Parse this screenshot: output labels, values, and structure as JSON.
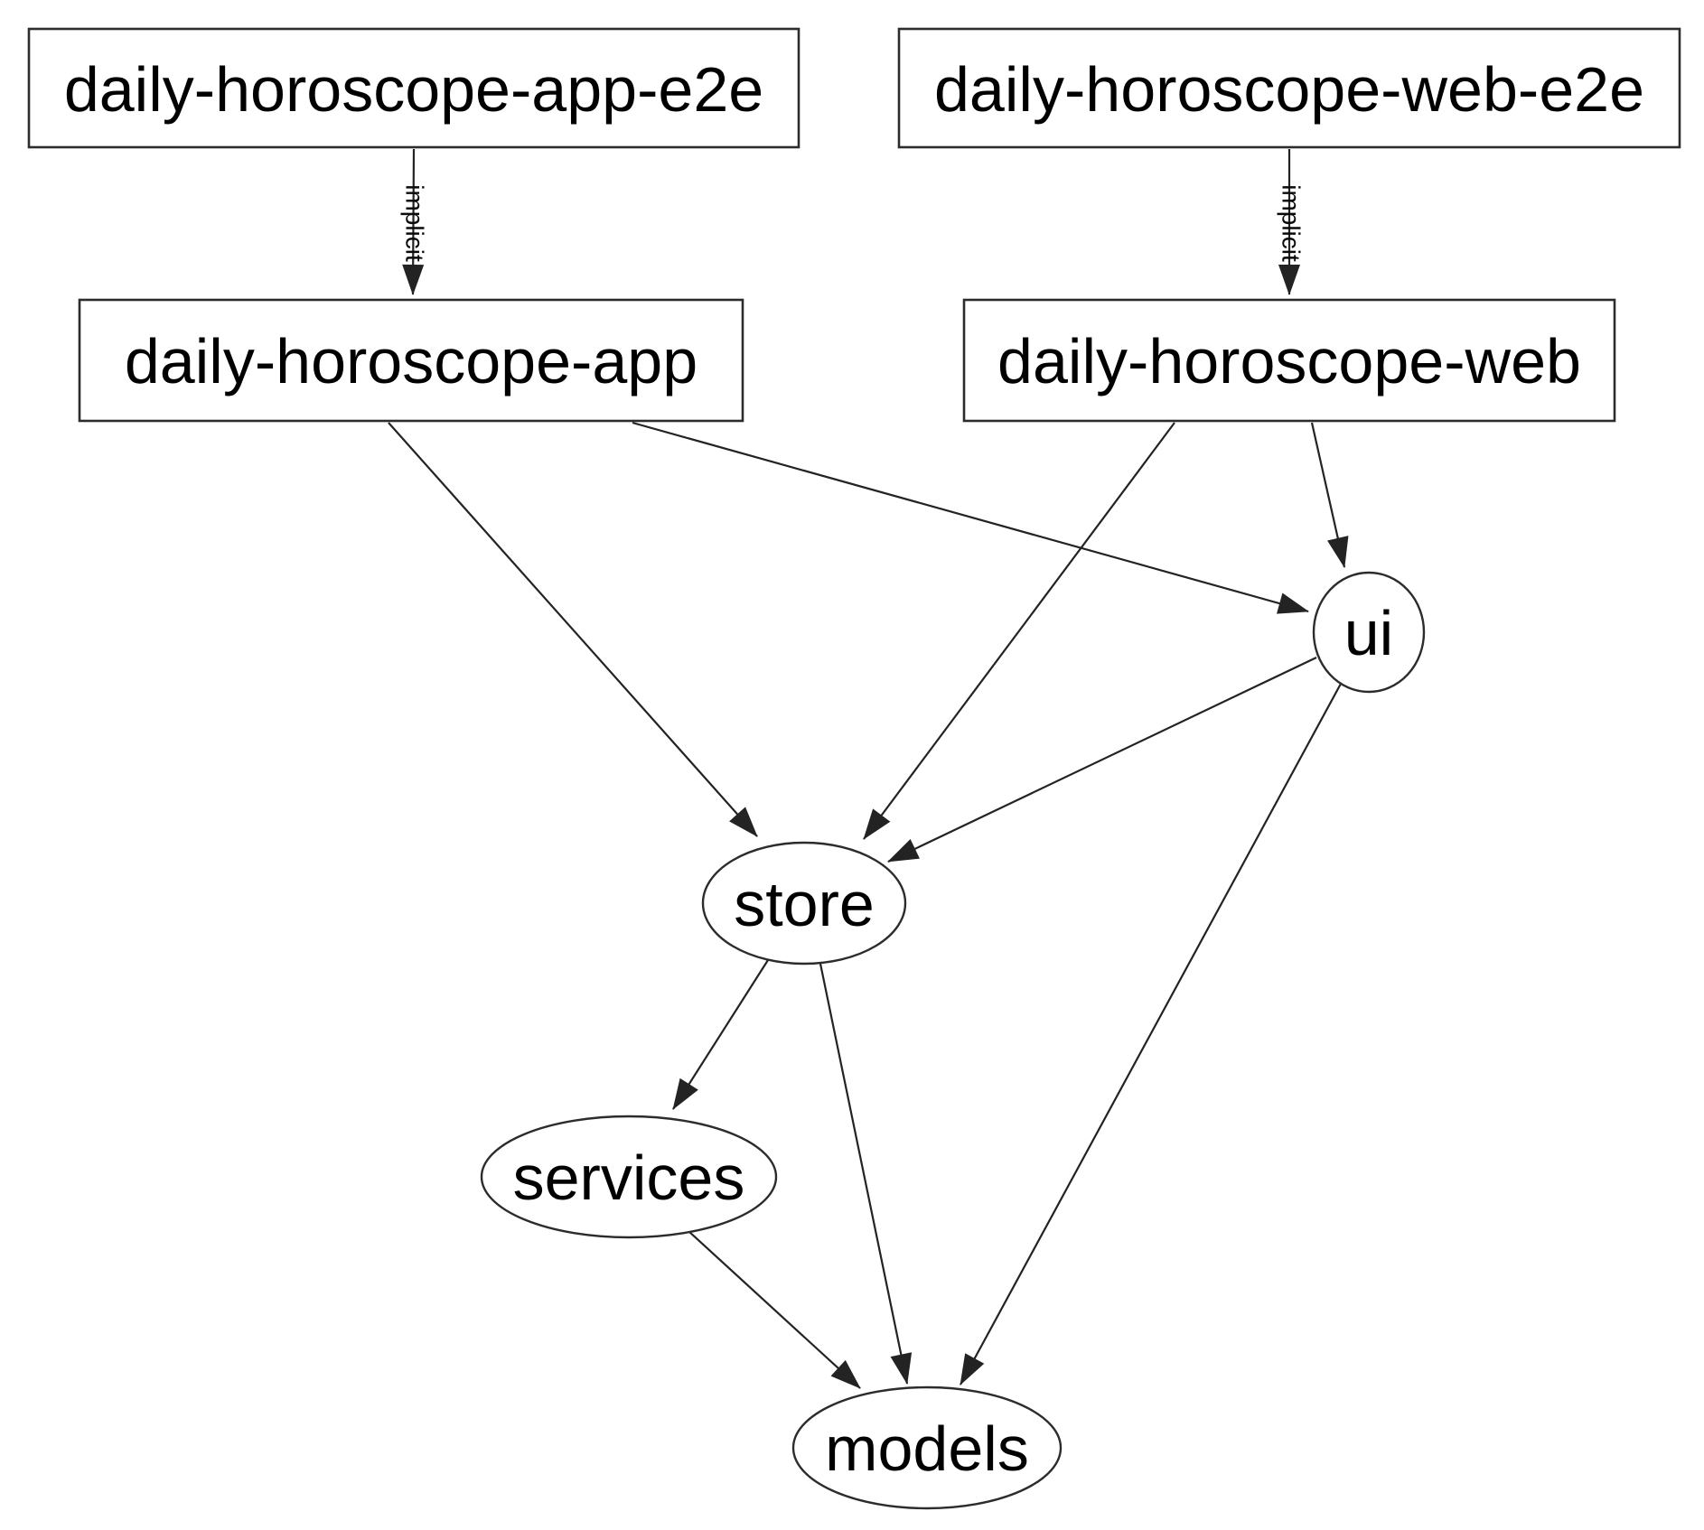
{
  "diagram": {
    "type": "dependency-graph",
    "background_color": "#ffffff",
    "node_fill_color": "#ffffff",
    "node_stroke_color": "#2c2c2c",
    "edge_color": "#232323",
    "text_color": "#000000",
    "nodes": [
      {
        "id": "daily-horoscope-app-e2e",
        "label": "daily-horoscope-app-e2e",
        "shape": "box"
      },
      {
        "id": "daily-horoscope-web-e2e",
        "label": "daily-horoscope-web-e2e",
        "shape": "box"
      },
      {
        "id": "daily-horoscope-app",
        "label": "daily-horoscope-app",
        "shape": "box"
      },
      {
        "id": "daily-horoscope-web",
        "label": "daily-horoscope-web",
        "shape": "box"
      },
      {
        "id": "ui",
        "label": "ui",
        "shape": "ellipse"
      },
      {
        "id": "store",
        "label": "store",
        "shape": "ellipse"
      },
      {
        "id": "services",
        "label": "services",
        "shape": "ellipse"
      },
      {
        "id": "models",
        "label": "models",
        "shape": "ellipse"
      }
    ],
    "edges": [
      {
        "from": "daily-horoscope-app-e2e",
        "to": "daily-horoscope-app",
        "label": "implicit"
      },
      {
        "from": "daily-horoscope-web-e2e",
        "to": "daily-horoscope-web",
        "label": "implicit"
      },
      {
        "from": "daily-horoscope-app",
        "to": "store",
        "label": ""
      },
      {
        "from": "daily-horoscope-app",
        "to": "ui",
        "label": ""
      },
      {
        "from": "daily-horoscope-web",
        "to": "store",
        "label": ""
      },
      {
        "from": "daily-horoscope-web",
        "to": "ui",
        "label": ""
      },
      {
        "from": "ui",
        "to": "store",
        "label": ""
      },
      {
        "from": "ui",
        "to": "models",
        "label": ""
      },
      {
        "from": "store",
        "to": "services",
        "label": ""
      },
      {
        "from": "store",
        "to": "models",
        "label": ""
      },
      {
        "from": "services",
        "to": "models",
        "label": ""
      }
    ]
  }
}
